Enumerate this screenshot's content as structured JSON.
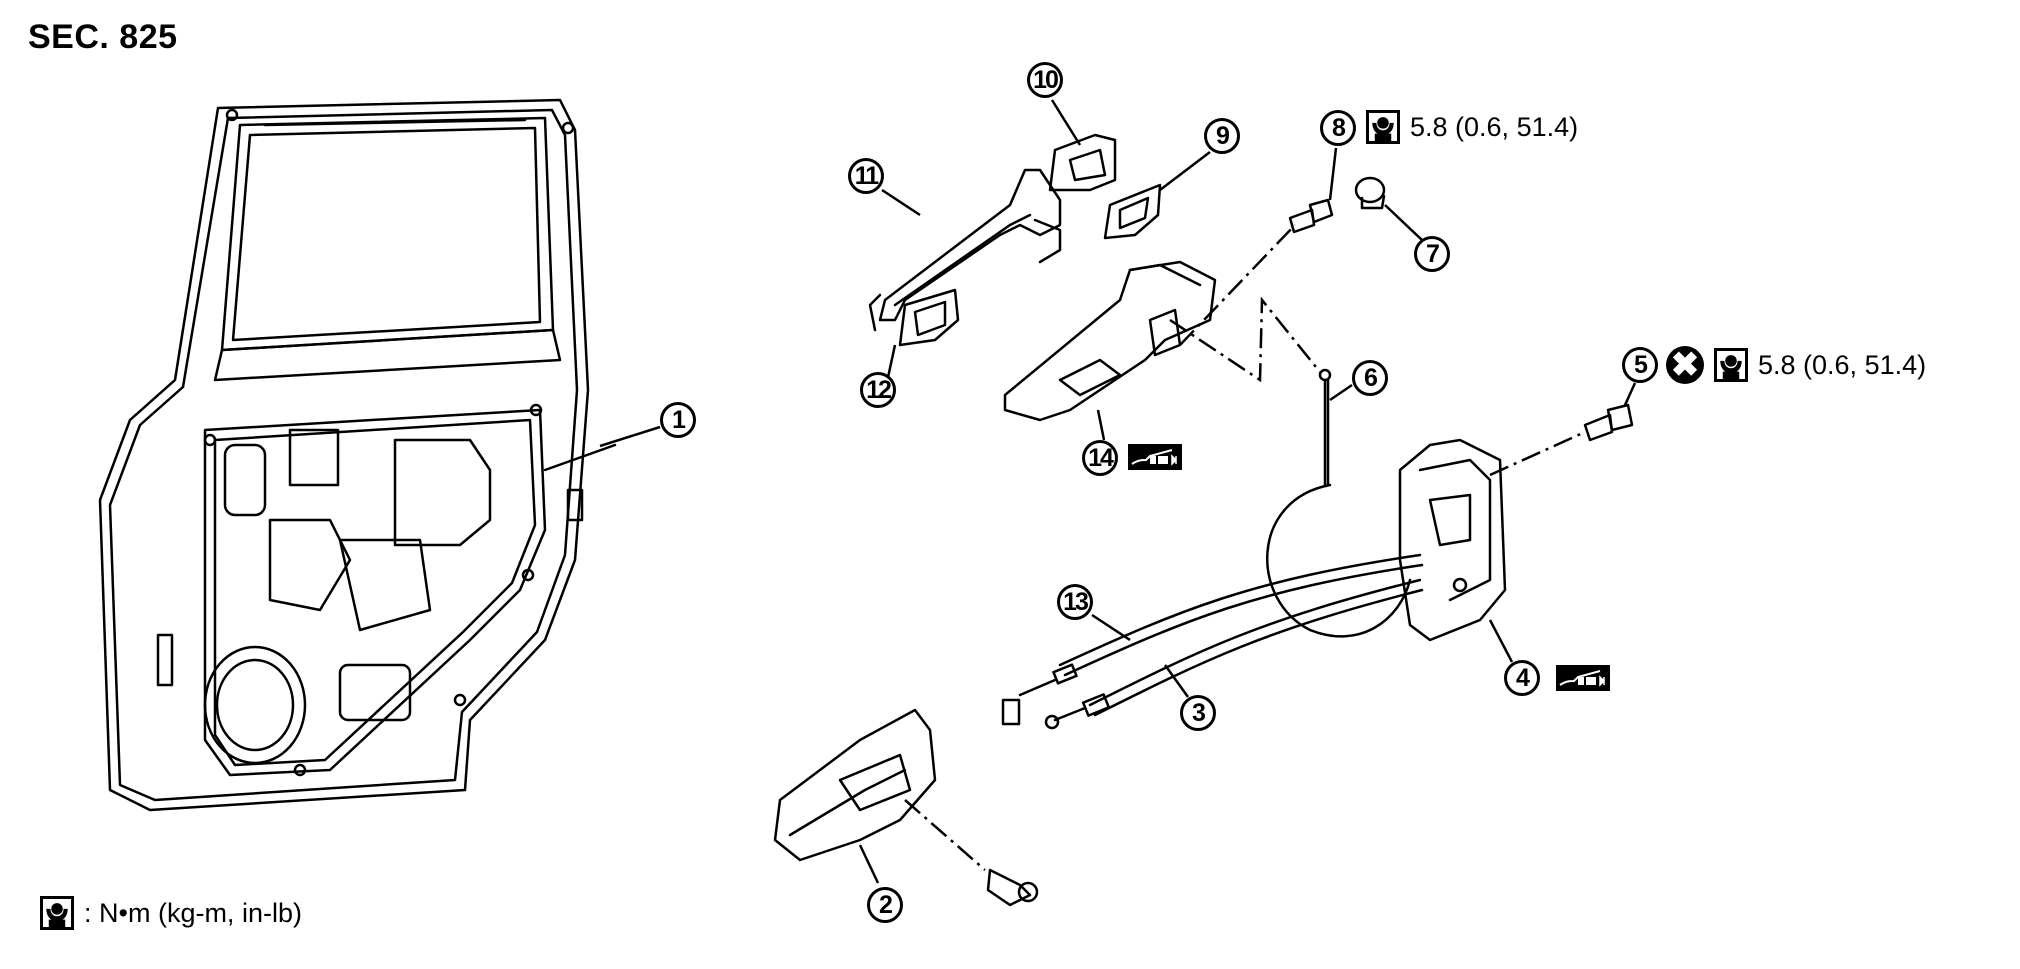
{
  "section_title": "SEC. 825",
  "callouts": [
    {
      "num": "1",
      "label": "①"
    },
    {
      "num": "2",
      "label": "②"
    },
    {
      "num": "3",
      "label": "③"
    },
    {
      "num": "4",
      "label": "④"
    },
    {
      "num": "5",
      "label": "⑤"
    },
    {
      "num": "6",
      "label": "⑥"
    },
    {
      "num": "7",
      "label": "⑦"
    },
    {
      "num": "8",
      "label": "⑧"
    },
    {
      "num": "9",
      "label": "⑨"
    },
    {
      "num": "10",
      "label": "⑩"
    },
    {
      "num": "11",
      "label": "⑪"
    },
    {
      "num": "12",
      "label": "⑫"
    },
    {
      "num": "13",
      "label": "⑬"
    },
    {
      "num": "14",
      "label": "⑭"
    }
  ],
  "torque_specs": {
    "part_8": "5.8 (0.6, 51.4)",
    "part_5": "5.8 (0.6, 51.4)"
  },
  "icons": {
    "torque": "torque-wrench-icon",
    "do_not_reuse": "do-not-reuse-x-icon",
    "grease": "grease-apply-icon"
  },
  "legend": {
    "torque_units": ": N•m (kg-m, in-lb)"
  }
}
